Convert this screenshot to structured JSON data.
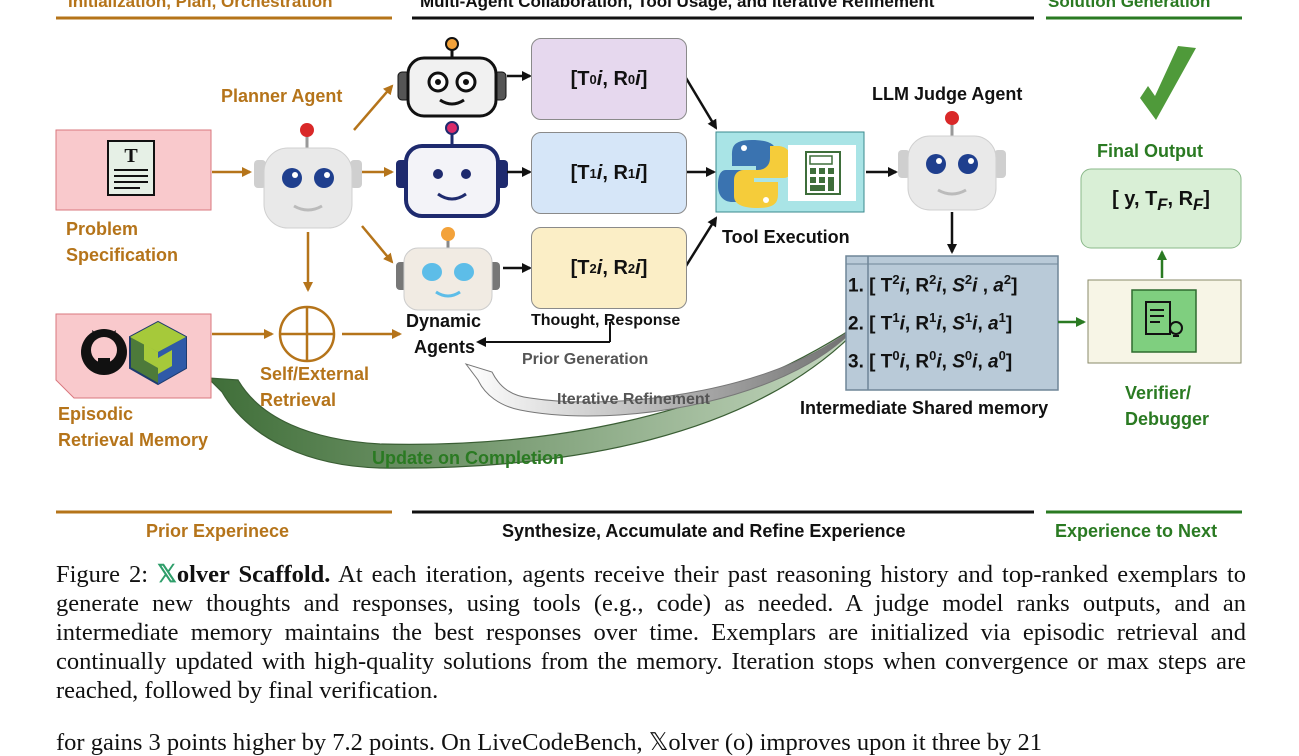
{
  "top_headers": {
    "left": "Initialization, Plan, Orchestration",
    "middle": "Multi-Agent Collaboration, Tool Usage, and Iterative Refinement",
    "right": "Solution Generation"
  },
  "bottom_headers": {
    "left": "Prior Experinece",
    "middle": "Synthesize, Accumulate and Refine Experience",
    "right": "Experience to Next"
  },
  "labels": {
    "planner_agent": "Planner Agent",
    "problem_line1": "Problem",
    "problem_line2": "Specification",
    "episodic_line1": "Episodic",
    "episodic_line2": "Retrieval Memory",
    "retrieval_line1": "Self/External",
    "retrieval_line2": "Retrieval",
    "dynamic_line1": "Dynamic",
    "dynamic_line2": "Agents",
    "thought_response": "Thought, Response",
    "prior_generation": "Prior Generation",
    "tool_execution": "Tool Execution",
    "llm_judge": "LLM Judge Agent",
    "final_output": "Final Output",
    "shared_memory": "Intermediate Shared memory",
    "verifier_line1": "Verifier/",
    "verifier_line2": "Debugger",
    "iterative_refinement": "Iterative Refinement",
    "update_on_completion": "Update on Completion"
  },
  "agent_outputs": [
    {
      "T": "T",
      "sup": "0",
      "sub": "i",
      "R": "R"
    },
    {
      "T": "T",
      "sup": "1",
      "sub": "i",
      "R": "R"
    },
    {
      "T": "T",
      "sup": "2",
      "sub": "i",
      "R": "R"
    }
  ],
  "memory_rows": [
    {
      "rank": "1.",
      "sup": "2"
    },
    {
      "rank": "2.",
      "sup": "1"
    },
    {
      "rank": "3.",
      "sup": "0"
    }
  ],
  "final_output_text": {
    "y": "y",
    "T": "T",
    "Tsub": "F",
    "R": "R",
    "Rsub": "F"
  },
  "caption": {
    "figure_label": "Figure 2:",
    "title_symbol": "𝕏",
    "title": "olver Scaffold.",
    "body": "At each iteration, agents receive their past reasoning history and top-ranked exemplars to generate new thoughts and responses, using tools (e.g., code) as needed. A judge model ranks outputs, and an intermediate memory maintains the best responses over time. Exemplars are initialized via episodic retrieval and continually updated with high-quality solutions from the memory. Iteration stops when convergence or max steps are reached, followed by final verification."
  },
  "trailing_text": "for gains 3 points higher by 7.2 points. On LiveCodeBench, 𝕏olver (o) improves upon it three by 21",
  "colors": {
    "orange": "#b5741a",
    "green": "#2a7a22",
    "memory_fill": "#b9cad8",
    "box_purple": "#e6d8ee",
    "box_blue": "#d6e6f8",
    "box_yellow": "#fbeec6",
    "problem_pink": "#f9c9cc",
    "tool_cyan": "#a9e4e6",
    "final_green": "#d9efd6",
    "verifier_cream": "#f7f5e6"
  },
  "icons": [
    "robot-icon",
    "document-icon",
    "github-icon",
    "cube-icon",
    "python-icon",
    "calculator-icon",
    "checkmark-icon",
    "lightbulb-document-icon",
    "circled-plus-icon"
  ]
}
